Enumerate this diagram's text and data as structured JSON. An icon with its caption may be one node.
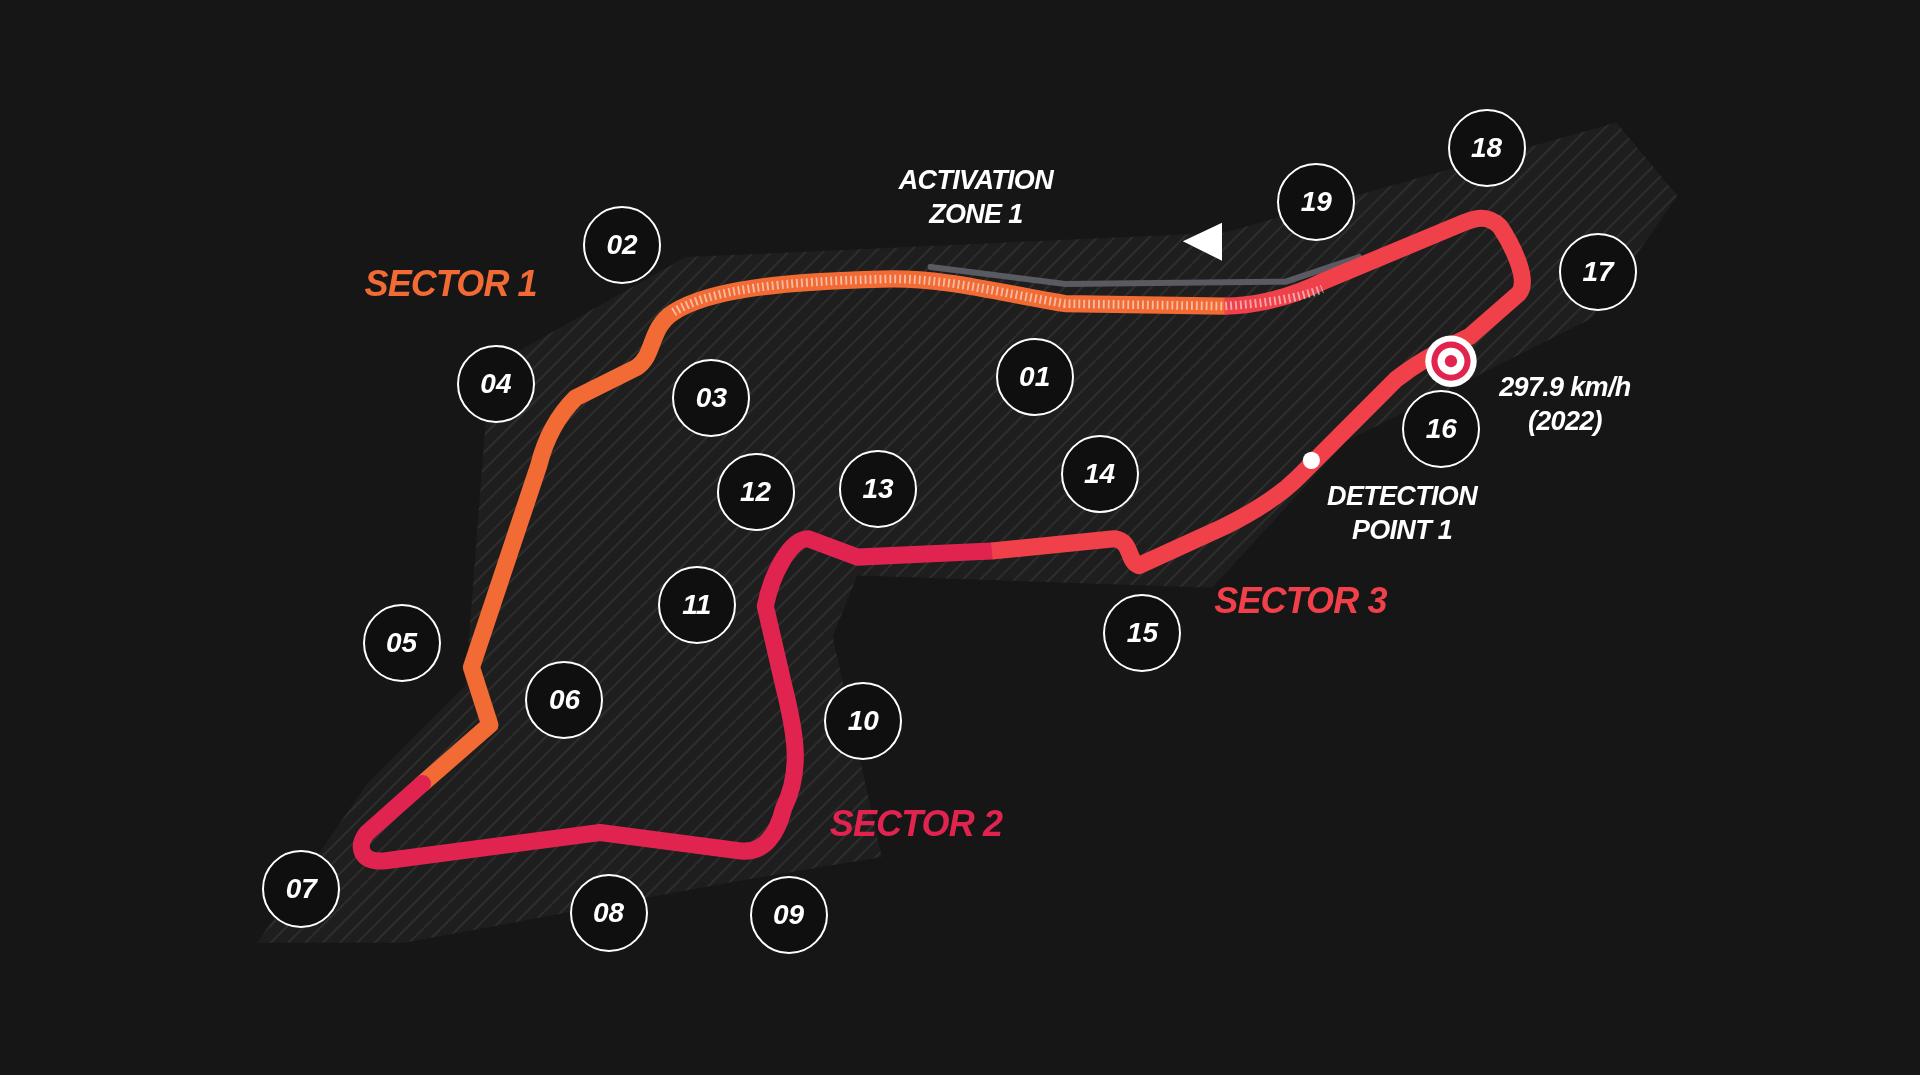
{
  "diagram": {
    "nodes": [
      {
        "text": [
          "01"
        ]
      },
      {
        "text": [
          "02"
        ]
      },
      {
        "text": [
          "03"
        ]
      },
      {
        "text": [
          "04"
        ]
      },
      {
        "text": [
          "05"
        ]
      },
      {
        "text": [
          "06"
        ]
      },
      {
        "text": [
          "07"
        ]
      },
      {
        "text": [
          "08"
        ]
      },
      {
        "text": [
          "09"
        ]
      },
      {
        "text": [
          "10"
        ]
      },
      {
        "text": [
          "11"
        ]
      },
      {
        "text": [
          "12"
        ]
      },
      {
        "text": [
          "13"
        ]
      },
      {
        "text": [
          "14"
        ]
      },
      {
        "text": [
          "15"
        ]
      },
      {
        "text": [
          "16"
        ]
      },
      {
        "text": [
          "17"
        ]
      },
      {
        "text": [
          "18"
        ]
      },
      {
        "text": [
          "19"
        ]
      }
    ],
    "labels": [
      "ACTIVATION ZONE 1",
      "SECTOR 1",
      "297.9 km/h (2022)",
      "DETECTION POINT 1",
      "SECTOR 3",
      "SECTOR 2"
    ]
  }
}
